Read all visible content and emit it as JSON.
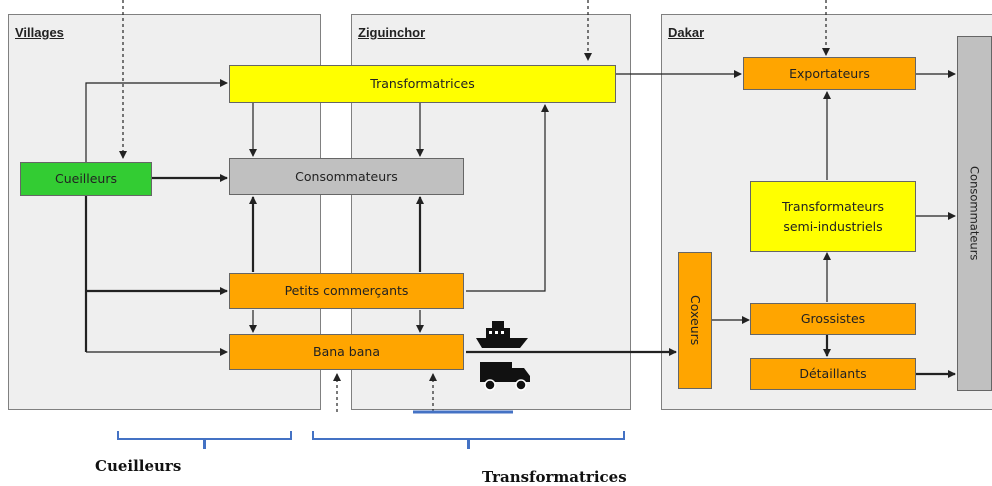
{
  "regions": {
    "villages": "Villages",
    "ziguinchor": "Ziguinchor",
    "dakar": "Dakar"
  },
  "nodes": {
    "transformatrices": "Transformatrices",
    "cueilleurs": "Cueilleurs",
    "consommateurs": "Consommateurs",
    "petits_commercants": "Petits commerçants",
    "bana_bana": "Bana bana",
    "exportateurs": "Exportateurs",
    "transformateurs_semi_industriels": "Transformateurs\nsemi-industriels",
    "coxeurs": "Coxeurs",
    "grossistes": "Grossistes",
    "detaillants": "Détaillants",
    "consommateurs_dakar": "Consommateurs"
  },
  "brackets": {
    "left_label": "Cueilleurs",
    "right_label": "Transformatrices"
  },
  "icons": {
    "boat": "boat-icon",
    "truck": "truck-icon"
  },
  "colors": {
    "yellow": "#ffff00",
    "green": "#33cc33",
    "grey": "#c0c0c0",
    "orange": "#ffa500",
    "bracket_blue": "#4472c4"
  }
}
